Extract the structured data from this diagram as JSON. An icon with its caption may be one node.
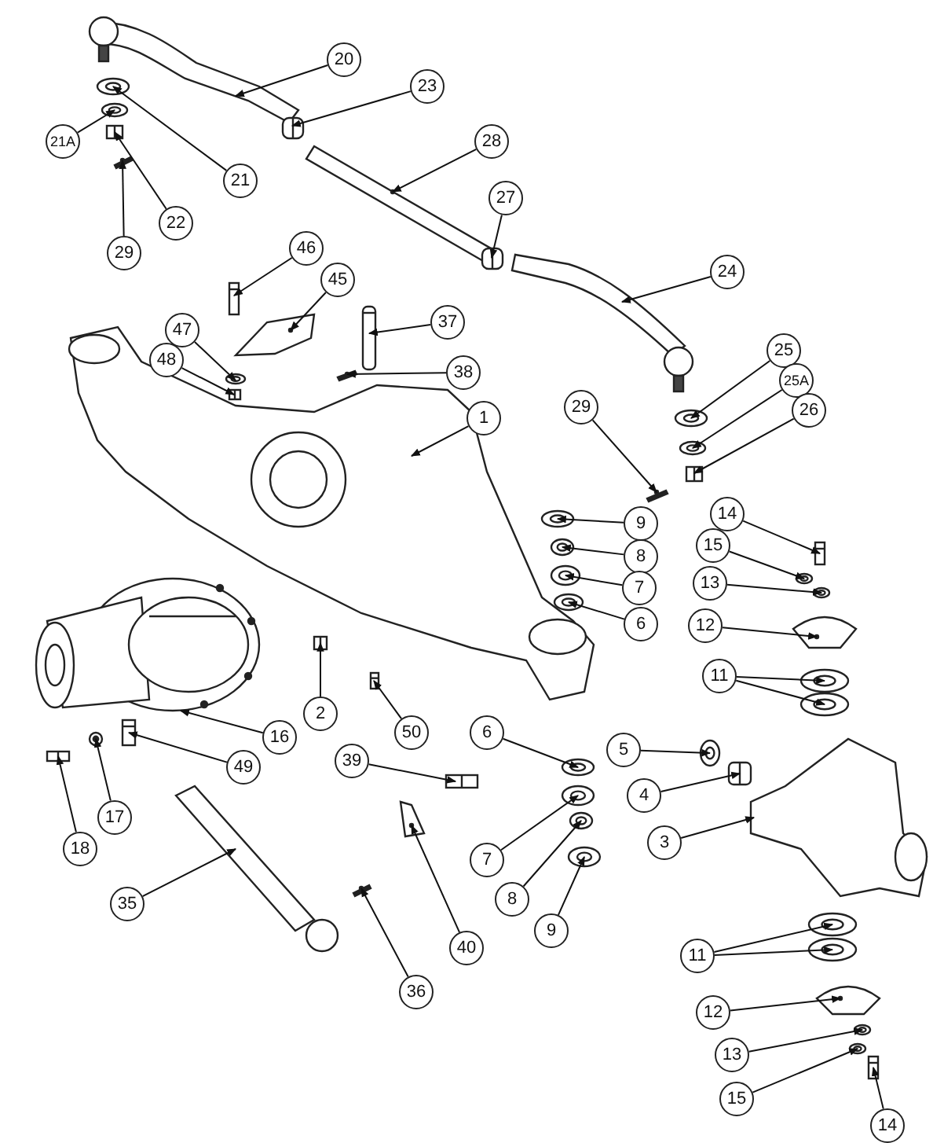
{
  "diagram": {
    "nodes": [
      {
        "text": [
          "20"
        ]
      },
      {
        "text": [
          "23"
        ]
      },
      {
        "text": [
          "28"
        ]
      },
      {
        "text": [
          "21A"
        ]
      },
      {
        "text": [
          "21"
        ]
      },
      {
        "text": [
          "27"
        ]
      },
      {
        "text": [
          "22"
        ]
      },
      {
        "text": [
          "29"
        ]
      },
      {
        "text": [
          "24"
        ]
      },
      {
        "text": [
          "46"
        ]
      },
      {
        "text": [
          "45"
        ]
      },
      {
        "text": [
          "37"
        ]
      },
      {
        "text": [
          "47"
        ]
      },
      {
        "text": [
          "48"
        ]
      },
      {
        "text": [
          "38"
        ]
      },
      {
        "text": [
          "25"
        ]
      },
      {
        "text": [
          "25A"
        ]
      },
      {
        "text": [
          "26"
        ]
      },
      {
        "text": [
          "1"
        ]
      },
      {
        "text": [
          "29"
        ]
      },
      {
        "text": [
          "9"
        ]
      },
      {
        "text": [
          "14"
        ]
      },
      {
        "text": [
          "15"
        ]
      },
      {
        "text": [
          "8"
        ]
      },
      {
        "text": [
          "13"
        ]
      },
      {
        "text": [
          "7"
        ]
      },
      {
        "text": [
          "6"
        ]
      },
      {
        "text": [
          "12"
        ]
      },
      {
        "text": [
          "11"
        ]
      },
      {
        "text": [
          "2"
        ]
      },
      {
        "text": [
          "50"
        ]
      },
      {
        "text": [
          "16"
        ]
      },
      {
        "text": [
          "39"
        ]
      },
      {
        "text": [
          "49"
        ]
      },
      {
        "text": [
          "5"
        ]
      },
      {
        "text": [
          "6"
        ]
      },
      {
        "text": [
          "4"
        ]
      },
      {
        "text": [
          "17"
        ]
      },
      {
        "text": [
          "3"
        ]
      },
      {
        "text": [
          "18"
        ]
      },
      {
        "text": [
          "7"
        ]
      },
      {
        "text": [
          "8"
        ]
      },
      {
        "text": [
          "9"
        ]
      },
      {
        "text": [
          "35"
        ]
      },
      {
        "text": [
          "40"
        ]
      },
      {
        "text": [
          "11"
        ]
      },
      {
        "text": [
          "36"
        ]
      },
      {
        "text": [
          "12"
        ]
      },
      {
        "text": [
          "13"
        ]
      },
      {
        "text": [
          "15"
        ]
      },
      {
        "text": [
          "14"
        ]
      },
      {
        "text": [],
        "shape": "picture"
      },
      {
        "text": [],
        "shape": "picture"
      },
      {
        "text": [],
        "shape": "picture"
      },
      {
        "text": [],
        "shape": "picture"
      },
      {
        "text": [],
        "shape": "picture"
      },
      {
        "text": [],
        "shape": "picture"
      },
      {
        "text": [],
        "shape": "picture"
      },
      {
        "text": [],
        "shape": "picture"
      },
      {
        "text": [],
        "shape": "picture"
      },
      {
        "text": [],
        "shape": "picture"
      },
      {
        "text": [],
        "shape": "picture"
      },
      {
        "text": [],
        "shape": "picture"
      },
      {
        "text": [],
        "shape": "picture"
      },
      {
        "text": [],
        "shape": "picture"
      },
      {
        "text": [],
        "shape": "picture"
      },
      {
        "text": [],
        "shape": "picture"
      },
      {
        "text": [],
        "shape": "picture"
      },
      {
        "text": [],
        "shape": "picture"
      },
      {
        "text": [],
        "shape": "picture"
      },
      {
        "text": [],
        "shape": "picture"
      },
      {
        "text": [],
        "shape": "picture"
      },
      {
        "text": [],
        "shape": "picture"
      },
      {
        "text": [],
        "shape": "picture"
      },
      {
        "text": [],
        "shape": "picture"
      },
      {
        "text": [],
        "shape": "picture"
      },
      {
        "text": [],
        "shape": "picture"
      },
      {
        "text": [],
        "shape": "picture"
      },
      {
        "text": [],
        "shape": "picture"
      },
      {
        "text": [],
        "shape": "picture"
      },
      {
        "text": [],
        "shape": "picture"
      },
      {
        "text": [],
        "shape": "picture"
      },
      {
        "text": [],
        "shape": "picture"
      },
      {
        "text": [],
        "shape": "picture"
      },
      {
        "text": [],
        "shape": "picture"
      },
      {
        "text": [],
        "shape": "picture"
      },
      {
        "text": [],
        "shape": "picture"
      },
      {
        "text": [],
        "shape": "picture"
      },
      {
        "text": [],
        "shape": "picture"
      },
      {
        "text": [],
        "shape": "picture"
      },
      {
        "text": [],
        "shape": "picture"
      },
      {
        "text": [],
        "shape": "picture"
      },
      {
        "text": [],
        "shape": "picture"
      },
      {
        "text": [],
        "shape": "picture"
      },
      {
        "text": [],
        "shape": "picture"
      },
      {
        "text": [],
        "shape": "picture"
      },
      {
        "text": [],
        "shape": "picture"
      },
      {
        "text": [],
        "shape": "picture"
      },
      {
        "text": [],
        "shape": "picture"
      },
      {
        "text": [],
        "shape": "picture"
      },
      {
        "text": [],
        "shape": "picture"
      },
      {
        "text": [],
        "shape": "picture"
      },
      {
        "text": [],
        "shape": "picture"
      },
      {
        "text": [],
        "shape": "picture"
      }
    ],
    "edges": [
      {
        "from": 0,
        "to": 51,
        "arrow": "to"
      },
      {
        "from": 1,
        "to": 52,
        "arrow": "to"
      },
      {
        "from": 2,
        "to": 53,
        "arrow": "to"
      },
      {
        "from": 3,
        "to": 54,
        "arrow": "to"
      },
      {
        "from": 4,
        "to": 55,
        "arrow": "to"
      },
      {
        "from": 5,
        "to": 56,
        "arrow": "to"
      },
      {
        "from": 6,
        "to": 57,
        "arrow": "to"
      },
      {
        "from": 7,
        "to": 58,
        "arrow": "to"
      },
      {
        "from": 8,
        "to": 59,
        "arrow": "to"
      },
      {
        "from": 9,
        "to": 60,
        "arrow": "to"
      },
      {
        "from": 10,
        "to": 61,
        "arrow": "to"
      },
      {
        "from": 11,
        "to": 62,
        "arrow": "to"
      },
      {
        "from": 12,
        "to": 63,
        "arrow": "to"
      },
      {
        "from": 13,
        "to": 64,
        "arrow": "to"
      },
      {
        "from": 14,
        "to": 65,
        "arrow": "to"
      },
      {
        "from": 15,
        "to": 66,
        "arrow": "to"
      },
      {
        "from": 16,
        "to": 67,
        "arrow": "to"
      },
      {
        "from": 17,
        "to": 68,
        "arrow": "to"
      },
      {
        "from": 18,
        "to": 69,
        "arrow": "to"
      },
      {
        "from": 19,
        "to": 70,
        "arrow": "to"
      },
      {
        "from": 20,
        "to": 71,
        "arrow": "to"
      },
      {
        "from": 21,
        "to": 72,
        "arrow": "to"
      },
      {
        "from": 22,
        "to": 73,
        "arrow": "to"
      },
      {
        "from": 23,
        "to": 74,
        "arrow": "to"
      },
      {
        "from": 24,
        "to": 75,
        "arrow": "to"
      },
      {
        "from": 25,
        "to": 76,
        "arrow": "to"
      },
      {
        "from": 26,
        "to": 77,
        "arrow": "to"
      },
      {
        "from": 27,
        "to": 78,
        "arrow": "to"
      },
      {
        "from": 28,
        "to": 79,
        "arrow": "to"
      },
      {
        "from": 28,
        "to": 80,
        "arrow": "to"
      },
      {
        "from": 29,
        "to": 81,
        "arrow": "to"
      },
      {
        "from": 30,
        "to": 82,
        "arrow": "to"
      },
      {
        "from": 31,
        "to": 83,
        "arrow": "to"
      },
      {
        "from": 32,
        "to": 84,
        "arrow": "to"
      },
      {
        "from": 33,
        "to": 85,
        "arrow": "to"
      },
      {
        "from": 34,
        "to": 86,
        "arrow": "to"
      },
      {
        "from": 35,
        "to": 87,
        "arrow": "to"
      },
      {
        "from": 36,
        "to": 88,
        "arrow": "to"
      },
      {
        "from": 37,
        "to": 89,
        "arrow": "to"
      },
      {
        "from": 38,
        "to": 90,
        "arrow": "to"
      },
      {
        "from": 39,
        "to": 91,
        "arrow": "to"
      },
      {
        "from": 40,
        "to": 92,
        "arrow": "to"
      },
      {
        "from": 41,
        "to": 93,
        "arrow": "to"
      },
      {
        "from": 42,
        "to": 94,
        "arrow": "to"
      },
      {
        "from": 43,
        "to": 95,
        "arrow": "to"
      },
      {
        "from": 44,
        "to": 96,
        "arrow": "to"
      },
      {
        "from": 45,
        "to": 97,
        "arrow": "to"
      },
      {
        "from": 45,
        "to": 98,
        "arrow": "to"
      },
      {
        "from": 46,
        "to": 99,
        "arrow": "to"
      },
      {
        "from": 47,
        "to": 100,
        "arrow": "to"
      },
      {
        "from": 48,
        "to": 101,
        "arrow": "to"
      },
      {
        "from": 49,
        "to": 102,
        "arrow": "to"
      },
      {
        "from": 50,
        "to": 103,
        "arrow": "to"
      }
    ]
  }
}
